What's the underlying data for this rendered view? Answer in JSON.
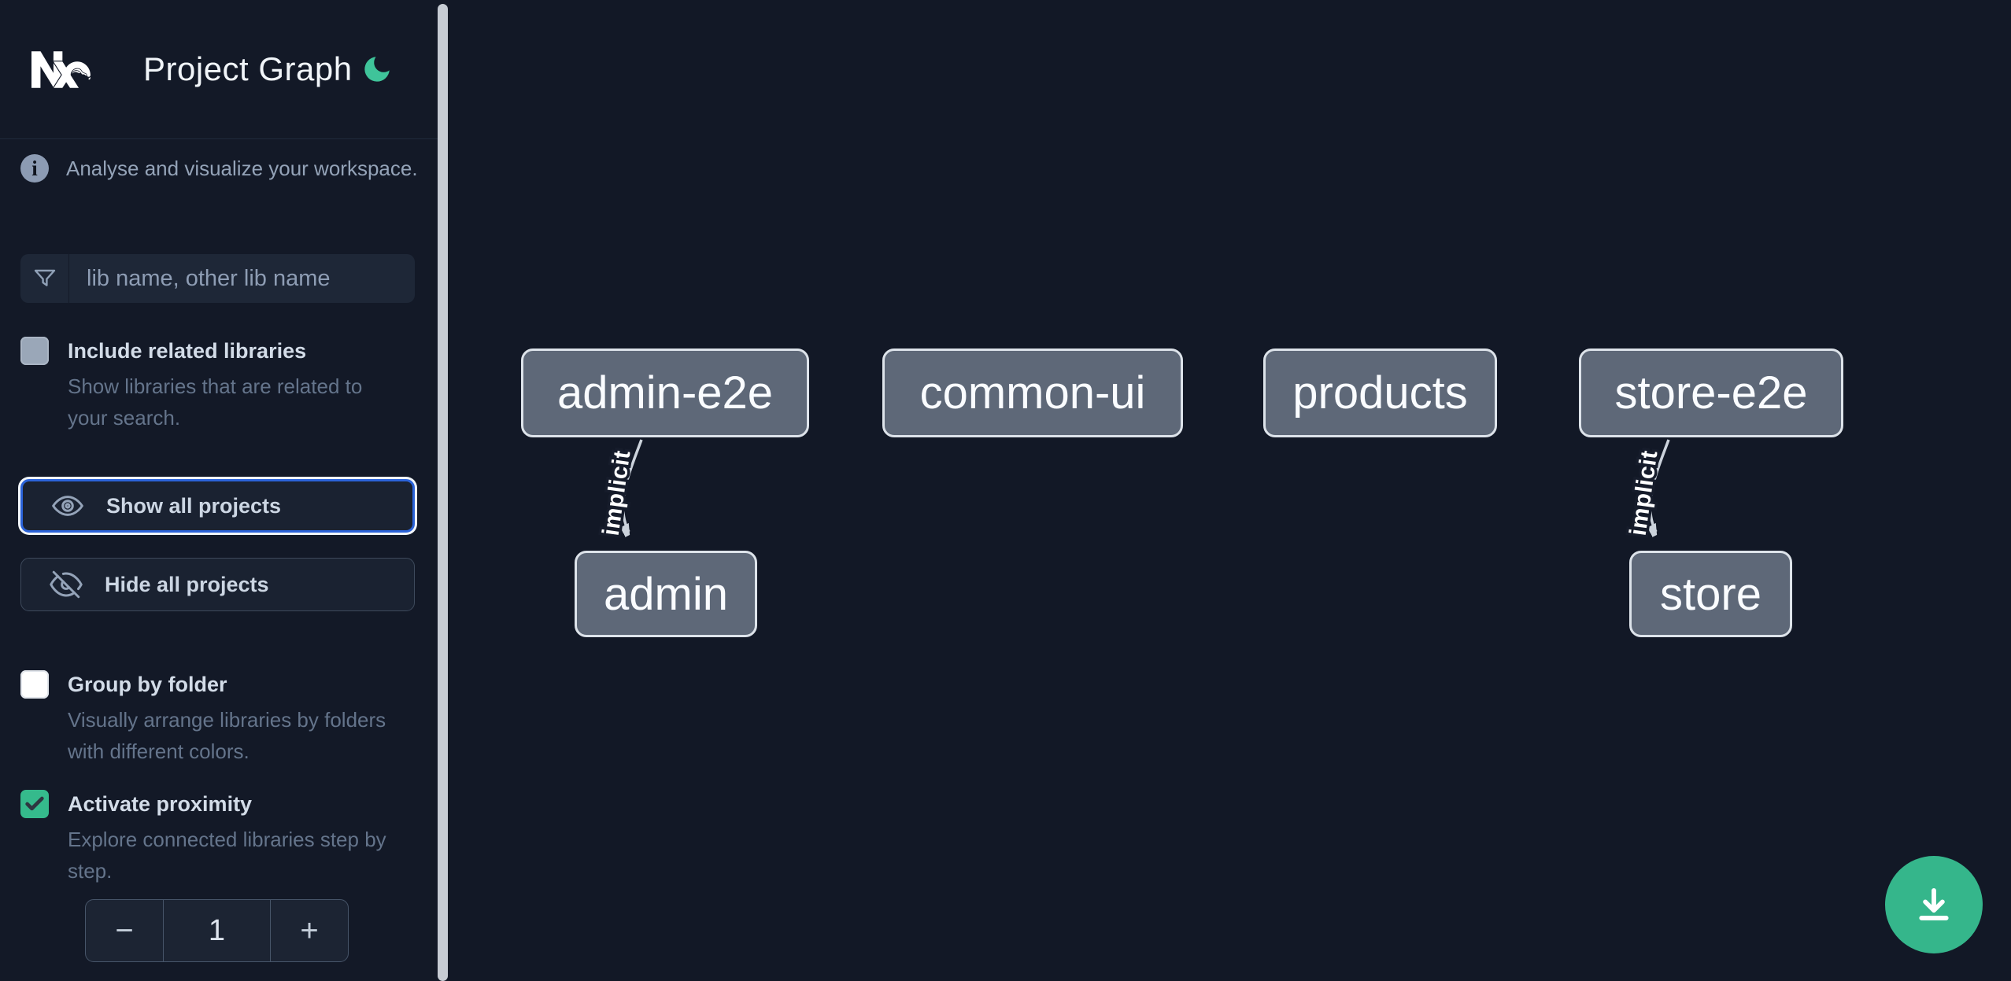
{
  "header": {
    "title": "Project Graph",
    "logo": "nx-logo",
    "theme_toggle_icon": "moon-icon"
  },
  "sidebar": {
    "tagline": "Analyse and visualize your workspace.",
    "tagline_icon": "info-icon",
    "search": {
      "icon": "filter-icon",
      "placeholder": "lib name, other lib name",
      "value": ""
    },
    "options": [
      {
        "label": "Include related libraries",
        "description": "Show libraries that are related to your search.",
        "checked": false,
        "checkbox_style": "gray"
      },
      {
        "label": "Group by folder",
        "description": "Visually arrange libraries by folders with different colors.",
        "checked": false,
        "checkbox_style": "white"
      },
      {
        "label": "Activate proximity",
        "description": "Explore connected libraries step by step.",
        "checked": true,
        "checkbox_style": "green"
      }
    ],
    "actions": [
      {
        "label": "Show all projects",
        "icon": "eye-icon",
        "focused": true
      },
      {
        "label": "Hide all projects",
        "icon": "eye-off-icon",
        "focused": false
      }
    ],
    "proximity_stepper": {
      "decrement_label": "−",
      "value": "1",
      "increment_label": "+"
    }
  },
  "graph": {
    "nodes": [
      {
        "id": "admin-e2e",
        "label": "admin-e2e"
      },
      {
        "id": "common-ui",
        "label": "common-ui"
      },
      {
        "id": "products",
        "label": "products"
      },
      {
        "id": "store-e2e",
        "label": "store-e2e"
      },
      {
        "id": "admin",
        "label": "admin"
      },
      {
        "id": "store",
        "label": "store"
      }
    ],
    "edges": [
      {
        "source": "admin-e2e",
        "target": "admin",
        "label": "implicit"
      },
      {
        "source": "store-e2e",
        "target": "store",
        "label": "implicit"
      }
    ]
  },
  "fab": {
    "icon": "download-icon"
  },
  "colors": {
    "accent_green": "#35b68b",
    "checkbox_green": "#35ba8c",
    "moon_green": "#3fc49a",
    "focus_ring_blue": "#2b63d9",
    "node_fill": "#5e6878",
    "node_border": "#dde3ea",
    "background": "#121826"
  }
}
